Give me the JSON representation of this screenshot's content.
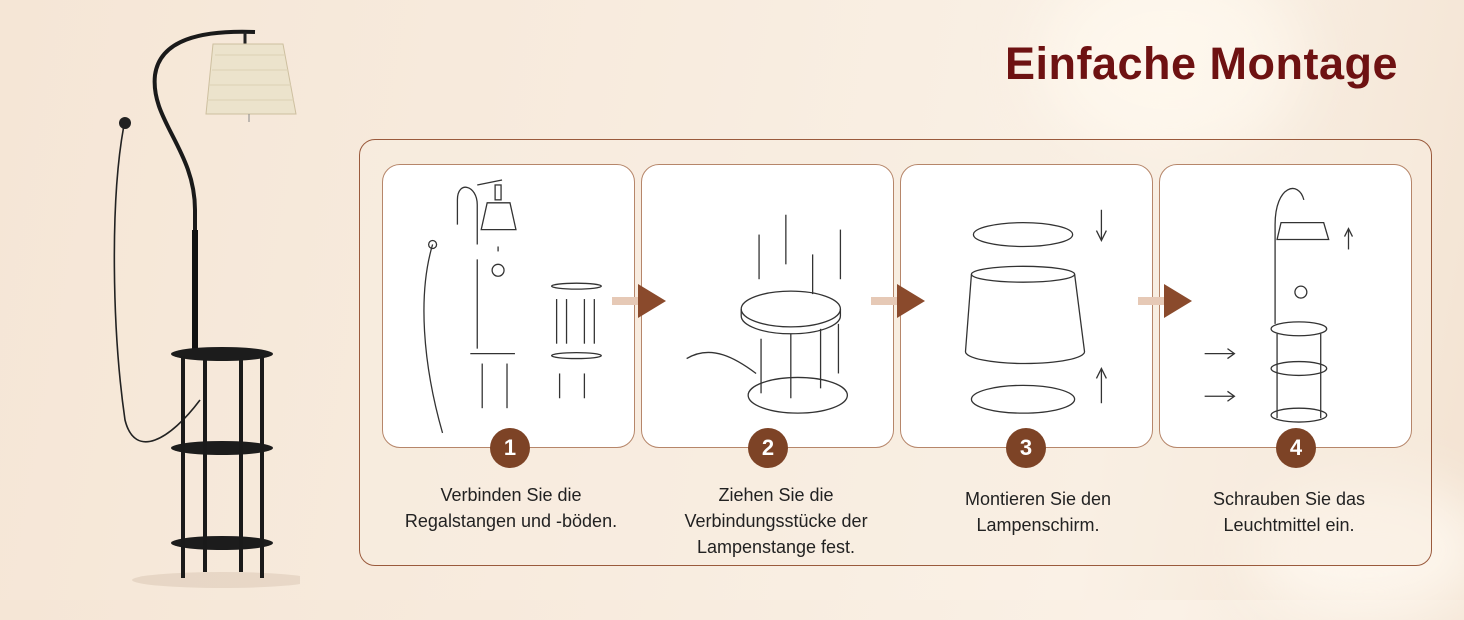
{
  "title": "Einfache Montage",
  "colors": {
    "title": "#6e1212",
    "accent": "#7d4326",
    "panel_border": "#9a5a3c"
  },
  "steps": [
    {
      "number": "1",
      "caption_lines": [
        "Verbinden Sie die",
        "Regalstangen und -böden."
      ]
    },
    {
      "number": "2",
      "caption_lines": [
        "Ziehen Sie die",
        "Verbindungsstücke der",
        "Lampenstange fest."
      ]
    },
    {
      "number": "3",
      "caption_lines": [
        "Montieren Sie den",
        "Lampenschirm."
      ]
    },
    {
      "number": "4",
      "caption_lines": [
        "Schrauben Sie das",
        "Leuchtmittel ein."
      ]
    }
  ]
}
